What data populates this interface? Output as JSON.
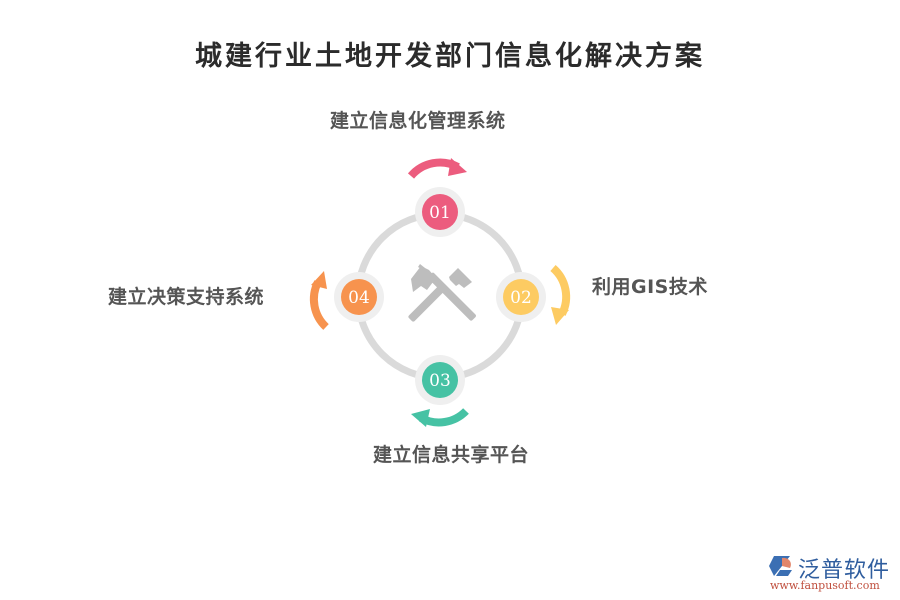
{
  "title": "城建行业土地开发部门信息化解决方案",
  "diagram": {
    "center_icon": "hammer-crossed-icon",
    "ring_color": "#DADADA",
    "steps": [
      {
        "number": "01",
        "label": "建立信息化管理系统",
        "color": "#EC5C7E",
        "position": "top"
      },
      {
        "number": "02",
        "label": "利用GIS技术",
        "color": "#FDCB62",
        "position": "right"
      },
      {
        "number": "03",
        "label": "建立信息共享平台",
        "color": "#46C2A4",
        "position": "bottom"
      },
      {
        "number": "04",
        "label": "建立决策支持系统",
        "color": "#F7934E",
        "position": "left"
      }
    ]
  },
  "logo": {
    "name": "泛普软件",
    "url": "www.fanpusoft.com"
  }
}
